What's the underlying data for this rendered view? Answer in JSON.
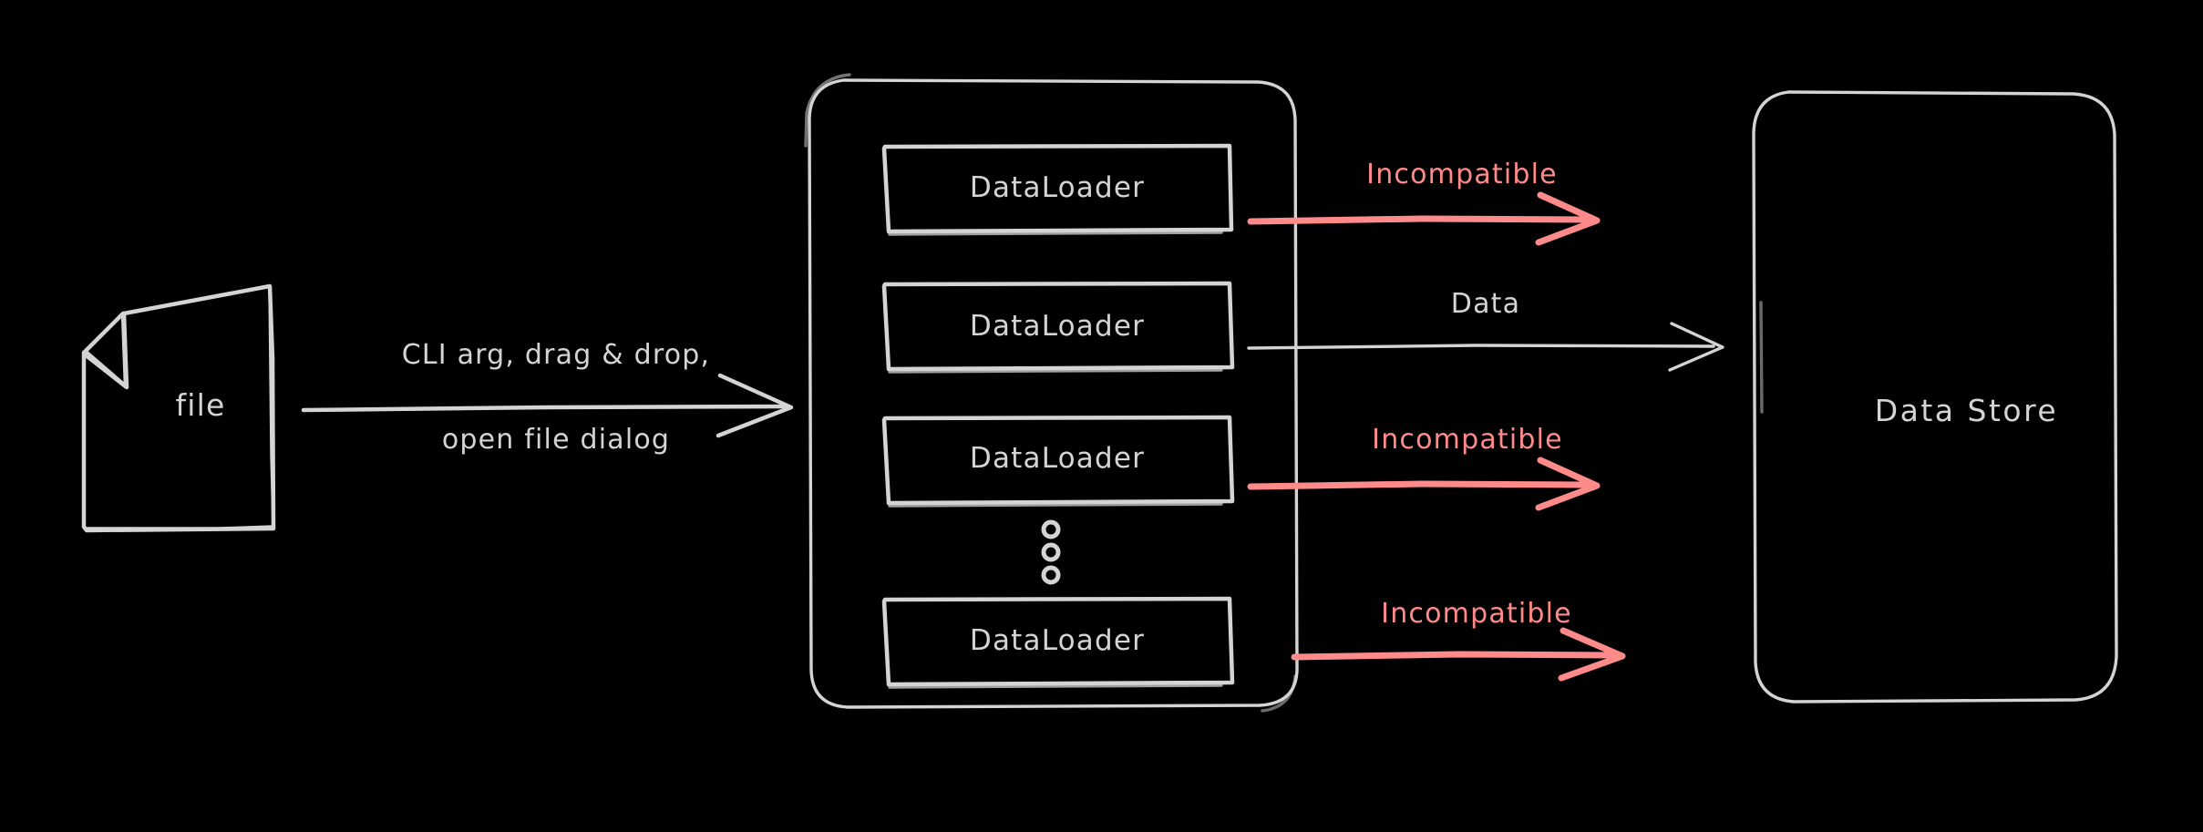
{
  "diagram": {
    "title": "DataLoader dispatch to Data Store",
    "background_color": "#000000",
    "stroke_color": "#d4d4d4",
    "accent_color": "#ff8a8a"
  },
  "file_node": {
    "label": "file",
    "icon": "file-document-icon"
  },
  "ingest_edge": {
    "label_line1": "CLI arg, drag & drop,",
    "label_line2": "open file dialog",
    "arrow": "arrow-right-icon",
    "color": "#d4d4d4"
  },
  "loader_group": {
    "ellipsis": "vertical-ellipsis-icon",
    "loaders": [
      {
        "label": "DataLoader"
      },
      {
        "label": "DataLoader"
      },
      {
        "label": "DataLoader"
      },
      {
        "label": "DataLoader"
      }
    ]
  },
  "output_edges": [
    {
      "label": "Incompatible",
      "color": "#ff8a8a",
      "reaches_store": false
    },
    {
      "label": "Data",
      "color": "#d4d4d4",
      "reaches_store": true
    },
    {
      "label": "Incompatible",
      "color": "#ff8a8a",
      "reaches_store": false
    },
    {
      "label": "Incompatible",
      "color": "#ff8a8a",
      "reaches_store": false
    }
  ],
  "store_node": {
    "label": "Data Store"
  }
}
